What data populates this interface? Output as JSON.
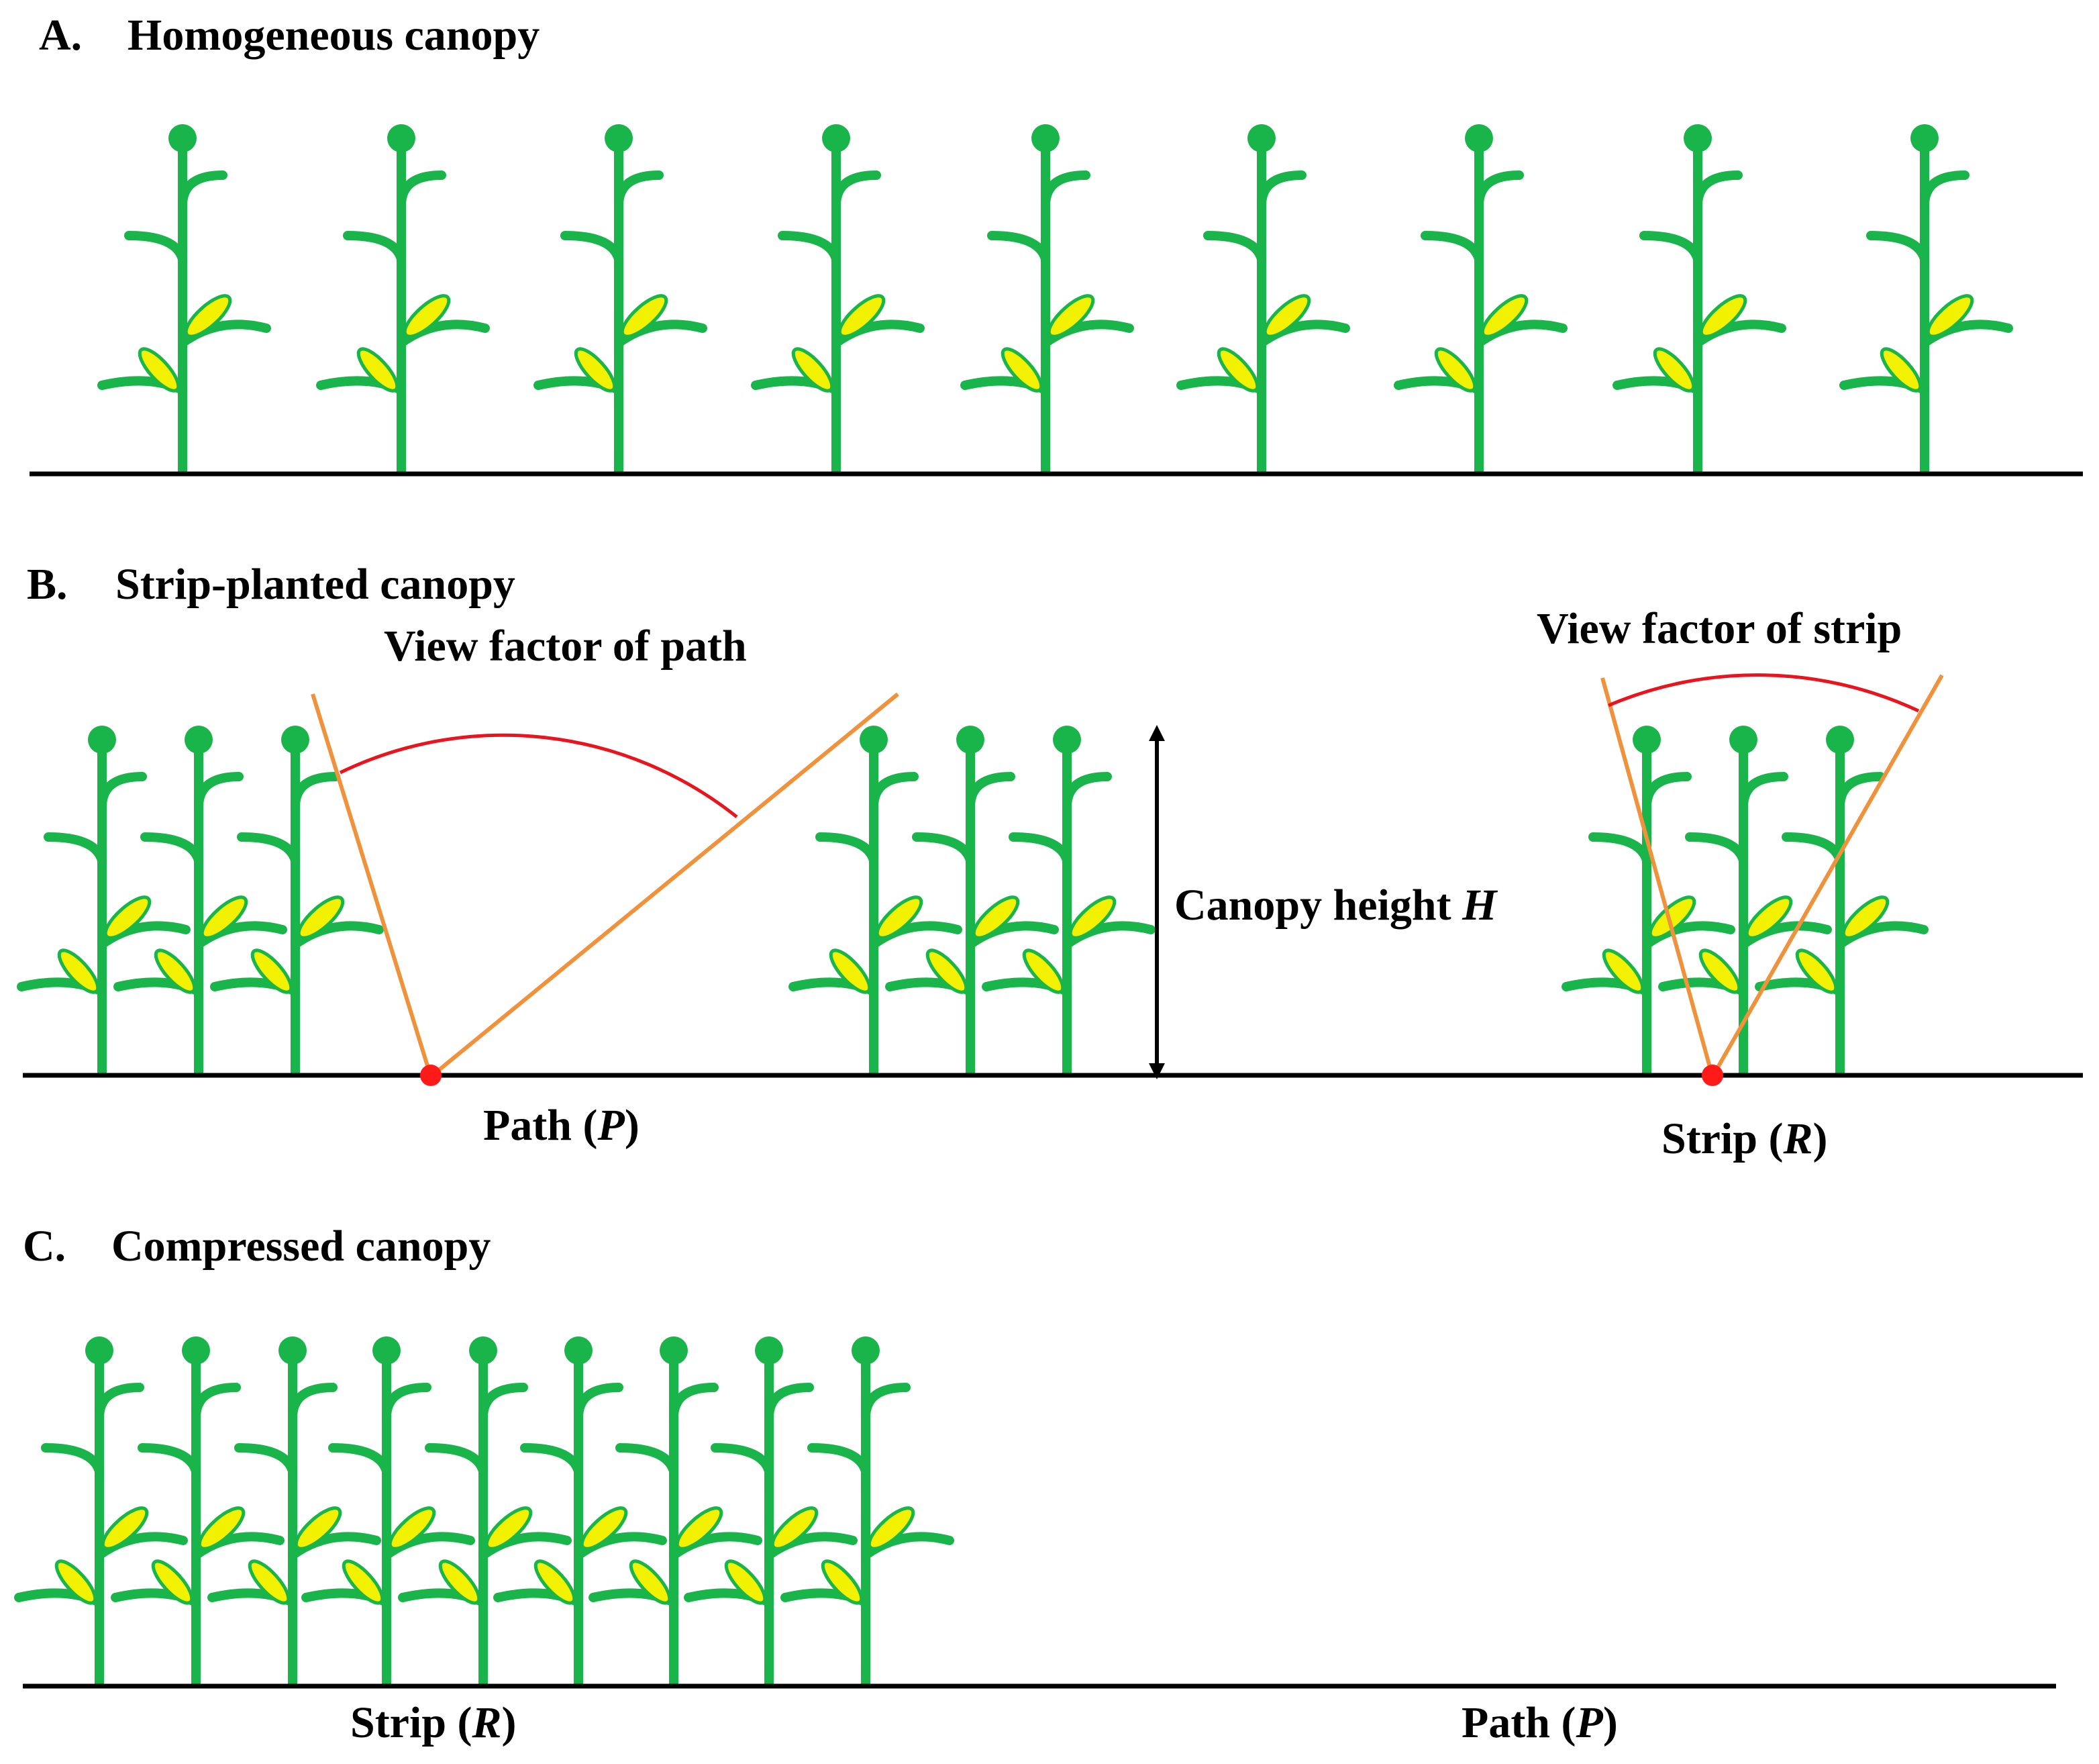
{
  "panels": {
    "a": {
      "letter": "A.",
      "title": "Homogeneous canopy"
    },
    "b": {
      "letter": "B.",
      "title": "Strip-planted canopy",
      "view_path": "View factor of path",
      "view_strip": "View factor of strip",
      "height_label": "Canopy height ",
      "height_symbol": "H",
      "path_label": "Path (",
      "path_symbol": "P",
      "strip_label": "Strip (",
      "strip_symbol": "R",
      "close_paren": ")"
    },
    "c": {
      "letter": "C.",
      "title": "Compressed canopy",
      "strip_label": "Strip (",
      "strip_symbol": "R",
      "path_label": "Path (",
      "path_symbol": "P",
      "close_paren": ")"
    }
  },
  "colors": {
    "plant_green": "#19b44a",
    "cob_yellow": "#f2f200",
    "view_line": "#f0913c",
    "view_arc": "#e8141e",
    "point": "#ff1a1a",
    "ground": "#000000"
  }
}
